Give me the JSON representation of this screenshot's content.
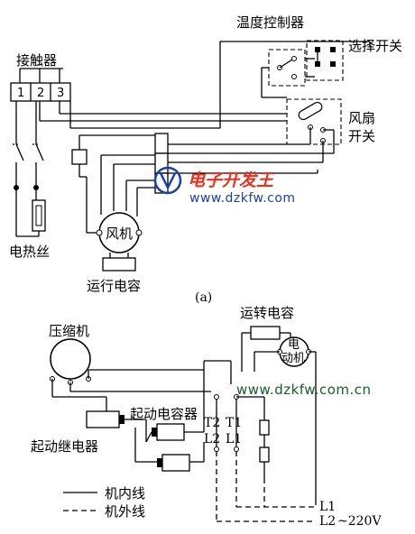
{
  "diagram_a": {
    "contactor_label": "接触器",
    "terminals": [
      "1",
      "2",
      "3"
    ],
    "temp_controller_label": "温度控制器",
    "selector_switch_label": "选择开关",
    "fan_switch_label_line1": "风扇",
    "fan_switch_label_line2": "开关",
    "fan_motor_label": "风机",
    "heater_label": "电热丝",
    "run_capacitor_label": "运行电容",
    "caption": "(a)"
  },
  "diagram_b": {
    "compressor_label": "压缩机",
    "run_capacitor_label": "运转电容",
    "motor_label_line1": "电",
    "motor_label_line2": "动机",
    "start_capacitor_label": "起动电容器",
    "start_relay_label": "起动继电器",
    "t2_label": "T2",
    "t1_label": "T1",
    "l2_term_label": "L2",
    "l1_term_label": "L1",
    "line_l1": "L1",
    "line_l2": "L2",
    "voltage": "~220V",
    "legend_internal": "机内线",
    "legend_external": "机外线"
  },
  "watermarks": {
    "logo_text": "电子开发王",
    "url_top": "www.dzkfw.com",
    "url_bottom": "www.dzkfw.com.cn"
  },
  "colors": {
    "logo": "#e8311e",
    "url_top": "#1a3fb0",
    "url_bottom": "#15602a"
  }
}
